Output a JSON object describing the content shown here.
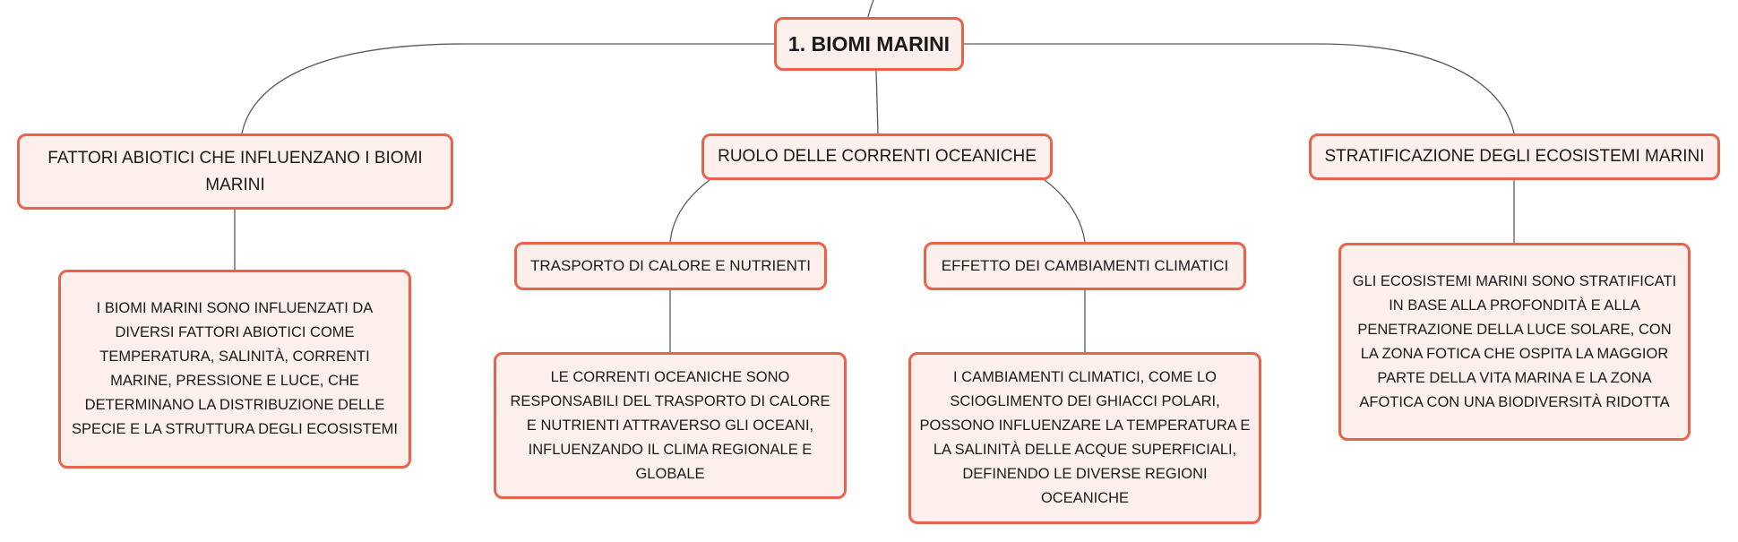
{
  "root": {
    "label": "1. BIOMI MARINI"
  },
  "nodes": {
    "abiotic": {
      "label": "FATTORI ABIOTICI CHE INFLUENZANO I BIOMI MARINI"
    },
    "currents": {
      "label": "RUOLO DELLE CORRENTI OCEANICHE"
    },
    "stratification": {
      "label": "STRATIFICAZIONE DEGLI ECOSISTEMI MARINI"
    },
    "heat_transport": {
      "label": "TRASPORTO DI CALORE E NUTRIENTI"
    },
    "climate_effect": {
      "label": "EFFETTO DEI CAMBIAMENTI CLIMATICI"
    }
  },
  "details": {
    "abiotic": "I BIOMI MARINI SONO INFLUENZATI DA DIVERSI FATTORI ABIOTICI COME TEMPERATURA, SALINITÀ, CORRENTI MARINE, PRESSIONE E LUCE, CHE DETERMINANO LA DISTRIBUZIONE DELLE SPECIE E LA STRUTTURA DEGLI ECOSISTEMI",
    "stratification": "GLI ECOSISTEMI MARINI SONO STRATIFICATI IN BASE ALLA PROFONDITÀ E ALLA PENETRAZIONE DELLA LUCE SOLARE, CON LA ZONA FOTICA CHE OSPITA LA MAGGIOR PARTE DELLA VITA MARINA E LA ZONA AFOTICA CON UNA BIODIVERSITÀ RIDOTTA",
    "heat_transport": "LE CORRENTI OCEANICHE SONO RESPONSABILI DEL TRASPORTO DI CALORE E NUTRIENTI ATTRAVERSO GLI OCEANI, INFLUENZANDO IL CLIMA REGIONALE E GLOBALE",
    "climate_effect": "I CAMBIAMENTI CLIMATICI, COME LO SCIOGLIMENTO DEI GHIACCI POLARI, POSSONO INFLUENZARE LA TEMPERATURA E LA SALINITÀ DELLE ACQUE SUPERFICIALI, DEFINENDO LE DIVERSE REGIONI OCEANICHE"
  },
  "colors": {
    "node_border": "#e8634a",
    "node_fill": "#fdf0ec",
    "connector": "#5a5a5a"
  }
}
